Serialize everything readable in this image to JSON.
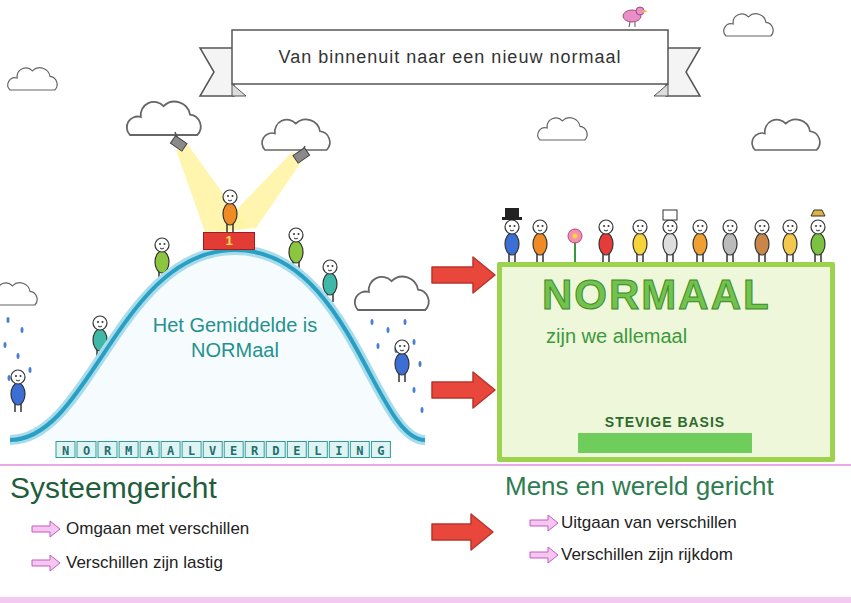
{
  "diagram": {
    "title": "Van binnenuit naar een nieuw normaal",
    "nodes": [
      {
        "text": [
          "Het Gemiddelde is NORMaal"
        ]
      },
      {
        "text": [
          "1"
        ],
        "in": 0
      },
      {
        "text": [
          "NORMAALVERDELING"
        ],
        "in": 0
      },
      {
        "text": [
          "NORMAAL",
          "zijn we allemaal"
        ]
      },
      {
        "text": [
          "STEVIGE BASIS"
        ],
        "in": 3
      },
      {
        "text": [
          "Systeemgericht",
          "Omgaan met verschillen",
          "Verschillen zijn lastig"
        ]
      },
      {
        "text": [
          "Mens en wereld gericht",
          "Uitgaan van verschillen",
          "Verschillen zijn rijkdom"
        ]
      }
    ],
    "edges": [
      {
        "from": 0,
        "to": 3,
        "arrow": "to"
      },
      {
        "from": 0,
        "to": 3,
        "arrow": "to"
      },
      {
        "from": 5,
        "to": 6,
        "arrow": "to"
      }
    ]
  }
}
